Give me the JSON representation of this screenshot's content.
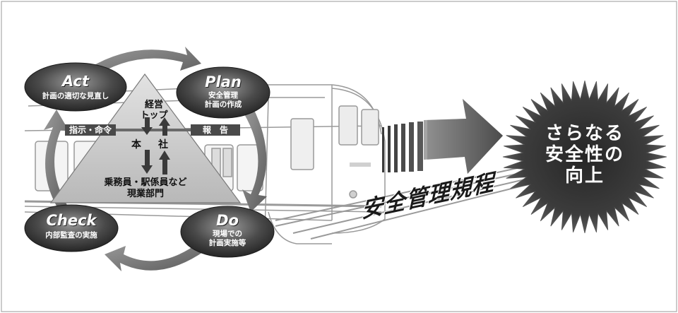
{
  "cycle": {
    "act": {
      "title": "Act",
      "desc": "計画の適切な見直し"
    },
    "plan": {
      "title": "Plan",
      "desc_line1": "安全管理",
      "desc_line2": "計画の作成"
    },
    "check": {
      "title": "Check",
      "desc": "内部監査の実施"
    },
    "do": {
      "title": "Do",
      "desc_line1": "現場での",
      "desc_line2": "計画実施等"
    }
  },
  "pyramid": {
    "top_line1": "経営",
    "top_line2": "トップ",
    "middle_left": "本",
    "middle_right": "社",
    "bottom_line1": "乗務員・駅係員など",
    "bottom_line2": "現業部門"
  },
  "flow": {
    "instruction": "指示・命令",
    "report": "報　告"
  },
  "regulation": "安全管理規程",
  "goal": {
    "line1": "さらなる",
    "line2": "安全性の",
    "line3": "向上"
  },
  "colors": {
    "ellipse_dark": "#2b2b2b",
    "ellipse_light": "#8c8c8c",
    "arrow_gray": "#7a7a7a",
    "pyramid_fill": "#c9c9c9",
    "starburst": "#3a3a3a"
  }
}
